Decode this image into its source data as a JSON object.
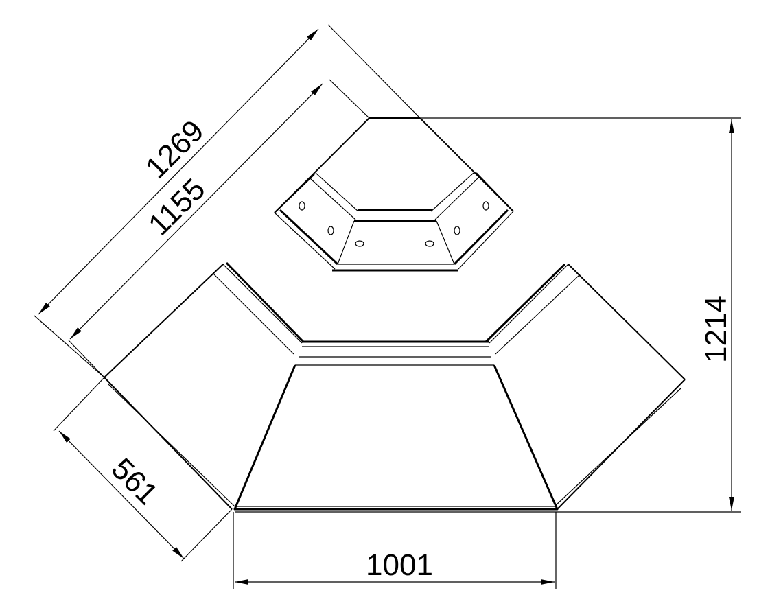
{
  "dimensions": {
    "outer_diagonal": "1269",
    "inner_diagonal": "1155",
    "height": "1214",
    "side_depth": "561",
    "front_width": "1001"
  },
  "colors": {
    "line": "#000000",
    "background": "#ffffff"
  }
}
